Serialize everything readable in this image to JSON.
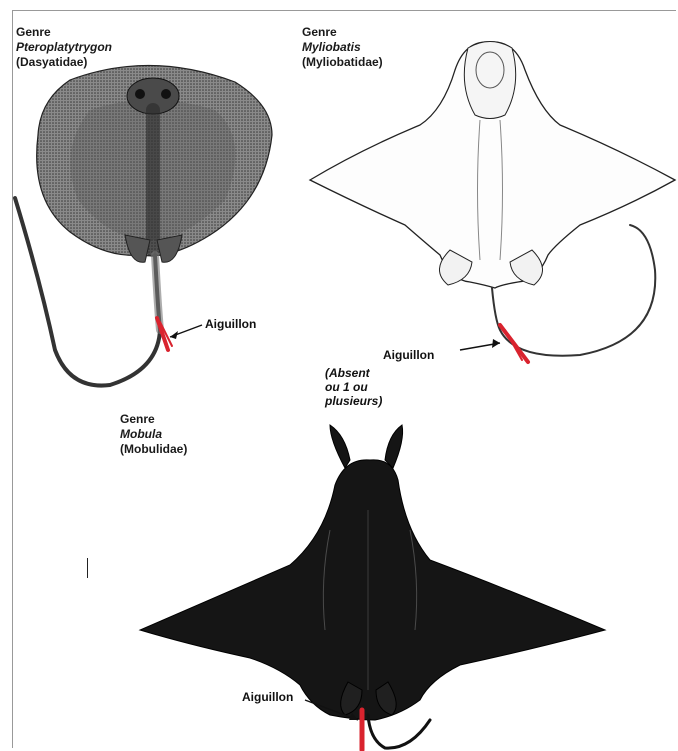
{
  "panels": {
    "stingray": {
      "genus_prefix": "Genre",
      "genus_name": "Pteroplatytrygon",
      "family": "(Dasyatidae)",
      "spine_label": "Aiguillon"
    },
    "eagle_ray": {
      "genus_prefix": "Genre",
      "genus_name": "Myliobatis",
      "family": "(Myliobatidae)",
      "spine_label": "Aiguillon",
      "spine_note": "(Absent ou 1 ou plusieurs)"
    },
    "manta": {
      "genus_prefix": "Genre",
      "genus_name": "Mobula",
      "family": "(Mobulidae)",
      "spine_label": "Aiguillon"
    }
  },
  "colors": {
    "spine": "#d9232e",
    "ink": "#1a1a1a",
    "manta_body": "#151515",
    "stingray_body": "#6b6b6b"
  }
}
